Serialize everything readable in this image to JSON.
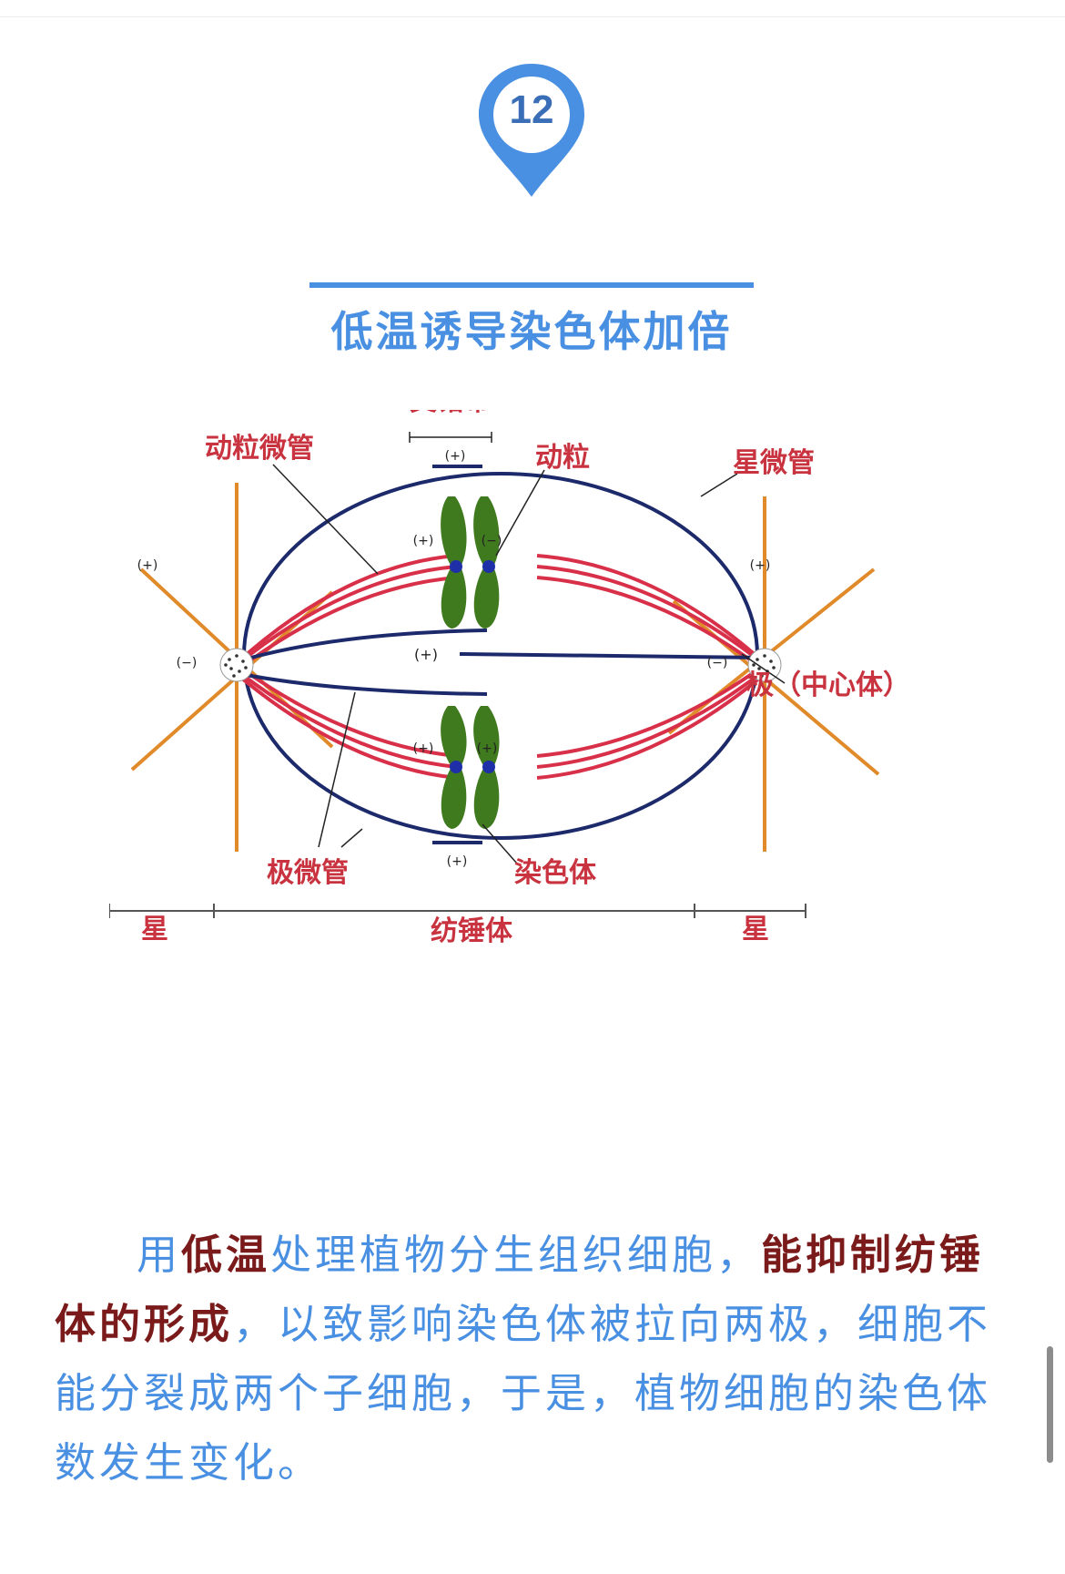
{
  "badge": {
    "number": "12",
    "color": "#4a90e2"
  },
  "title": "低温诱导染色体加倍",
  "diagram": {
    "labels": {
      "interzone": "交错带",
      "kinetochore_mt": "动粒微管",
      "kinetochore": "动粒",
      "astral_mt": "星微管",
      "pole": "极（中心体）",
      "polar_mt": "极微管",
      "chromosome": "染色体",
      "aster_left": "星",
      "spindle": "纺锤体",
      "aster_right": "星"
    },
    "signs": {
      "plus": "(+)",
      "minus": "(−)"
    },
    "colors": {
      "label": "#c8333f",
      "polar": "#1c2a6b",
      "kinetochore_fiber": "#d9304a",
      "astral": "#e08a2a",
      "chromosome": "#3f7a1e",
      "kinetochore_dot": "#1f2fa8"
    }
  },
  "paragraph": {
    "p1": "用",
    "h1": "低温",
    "p2": "处理植物分生组织细胞，",
    "h2": "能抑制纺锤体的形成",
    "p3": "，以致影响染色体被拉向两极，细胞不能分裂成两个子细胞，于是，植物细胞的染色体数发生变化。"
  }
}
